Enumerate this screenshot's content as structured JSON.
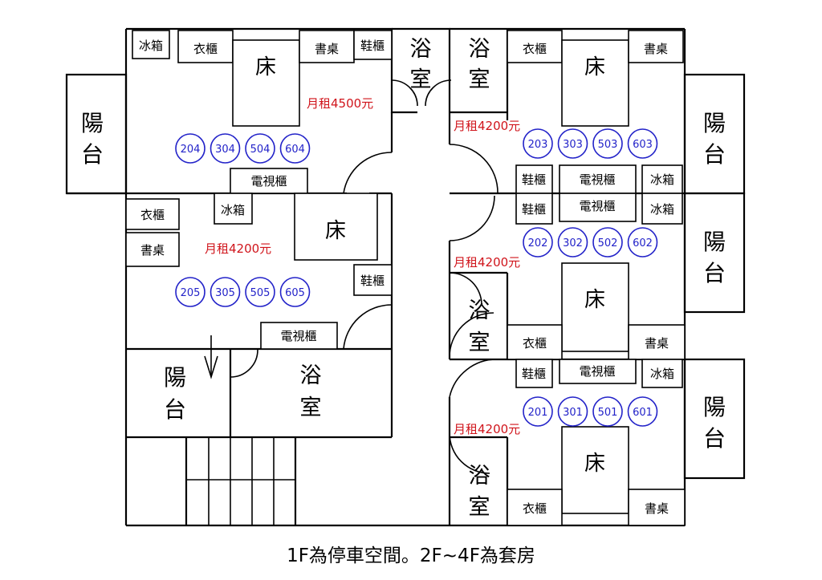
{
  "labels": {
    "fridge": "冰箱",
    "wardrobe": "衣櫃",
    "bed": "床",
    "desk": "書桌",
    "shoe_cabinet": "鞋櫃",
    "tv_cabinet": "電視櫃",
    "bath_top": "浴",
    "bath_bottom": "室",
    "balcony_top": "陽",
    "balcony_bottom": "台"
  },
  "rents": {
    "r4500": "月租4500元",
    "r4200": "月租4200元"
  },
  "rooms": {
    "unit_204_604": [
      "204",
      "304",
      "504",
      "604"
    ],
    "unit_203_603": [
      "203",
      "303",
      "503",
      "603"
    ],
    "unit_205_605": [
      "205",
      "305",
      "505",
      "605"
    ],
    "unit_202_602": [
      "202",
      "302",
      "502",
      "602"
    ],
    "unit_201_601": [
      "201",
      "301",
      "501",
      "601"
    ]
  },
  "footer_note": "1F為停車空間。2F~4F為套房",
  "colors": {
    "walls": "#000000",
    "rent_text": "#d0141b",
    "room_number": "#2323c9"
  }
}
